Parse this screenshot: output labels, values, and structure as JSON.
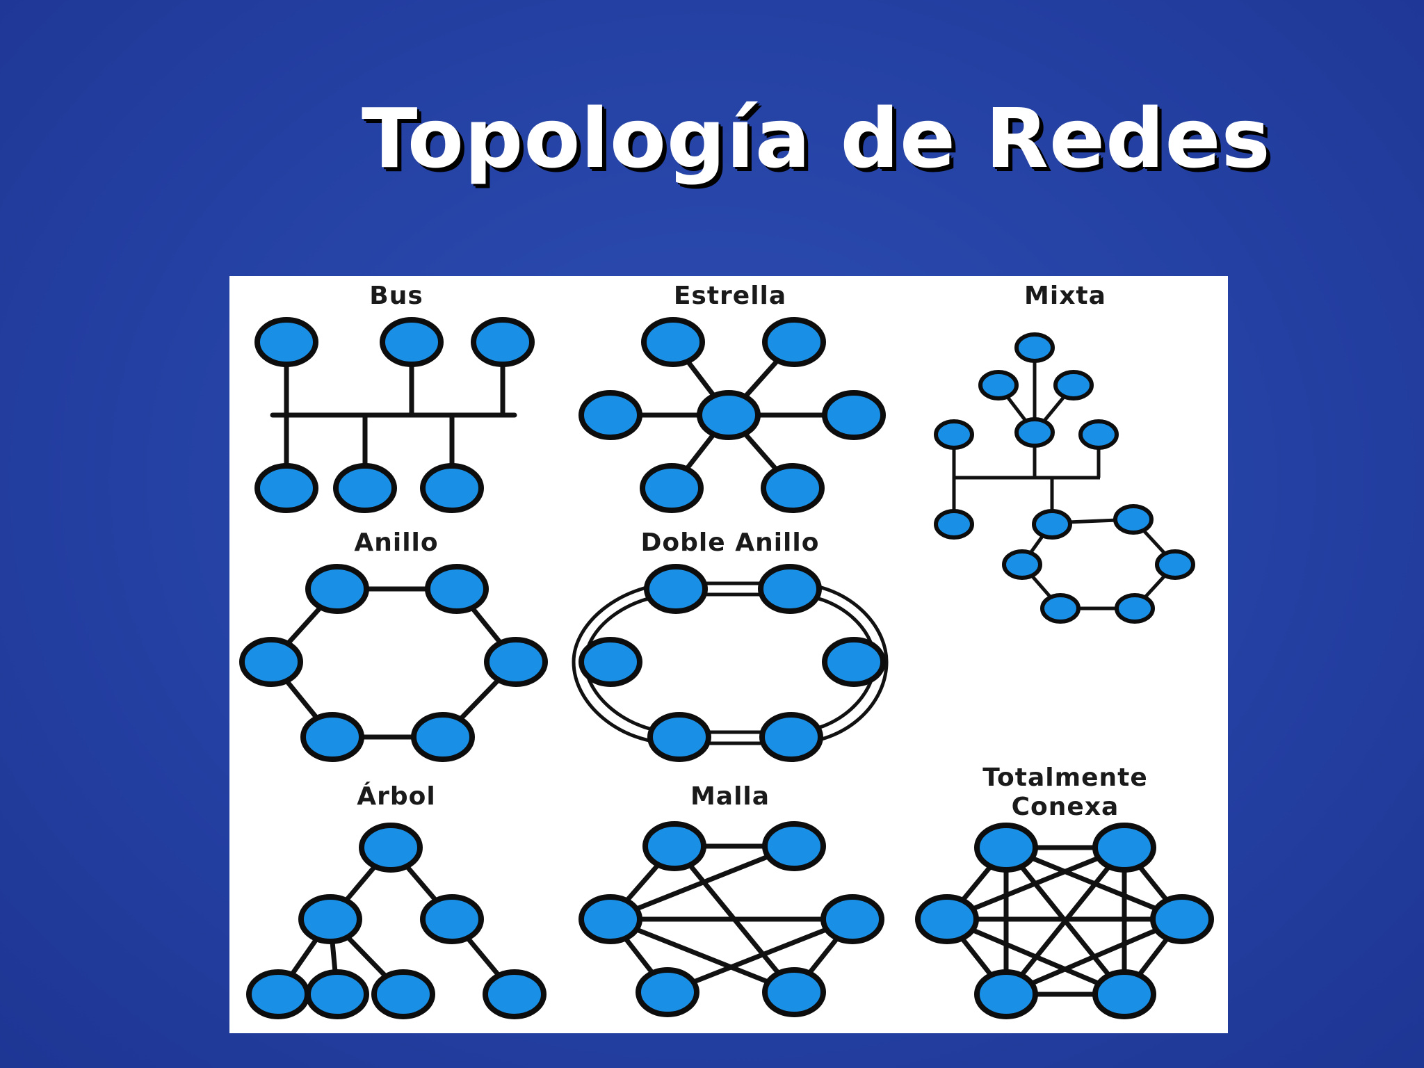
{
  "slide": {
    "title": "Topología de Redes"
  },
  "diagram": {
    "topologies": {
      "bus": "Bus",
      "estrella": "Estrella",
      "mixta": "Mixta",
      "anillo": "Anillo",
      "doble_anillo": "Doble Anillo",
      "arbol": "Árbol",
      "malla": "Malla",
      "totalmente_conexa_1": "Totalmente",
      "totalmente_conexa_2": "Conexa"
    }
  },
  "colors": {
    "background": "#2441a3",
    "node_fill": "#1a8fe6",
    "node_stroke": "#0d0d0d",
    "panel": "#ffffff"
  }
}
